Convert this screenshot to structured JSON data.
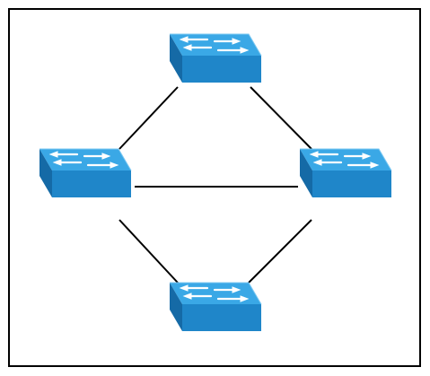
{
  "diagram": {
    "type": "network-topology",
    "frame": {
      "border_color": "#000000",
      "background": "#ffffff"
    },
    "link_color": "#000000",
    "switch_colors": {
      "top_face": "#3aa8e6",
      "front_face": "#1f86c9",
      "side_face": "#156aa6",
      "arrow": "#ffffff"
    },
    "nodes": [
      {
        "id": "switch-top",
        "icon": "network-switch-icon"
      },
      {
        "id": "switch-left",
        "icon": "network-switch-icon"
      },
      {
        "id": "switch-right",
        "icon": "network-switch-icon"
      },
      {
        "id": "switch-bottom",
        "icon": "network-switch-icon"
      }
    ],
    "links": [
      {
        "from": "switch-top",
        "to": "switch-left"
      },
      {
        "from": "switch-top",
        "to": "switch-right"
      },
      {
        "from": "switch-left",
        "to": "switch-right"
      },
      {
        "from": "switch-left",
        "to": "switch-bottom"
      },
      {
        "from": "switch-right",
        "to": "switch-bottom"
      }
    ]
  }
}
